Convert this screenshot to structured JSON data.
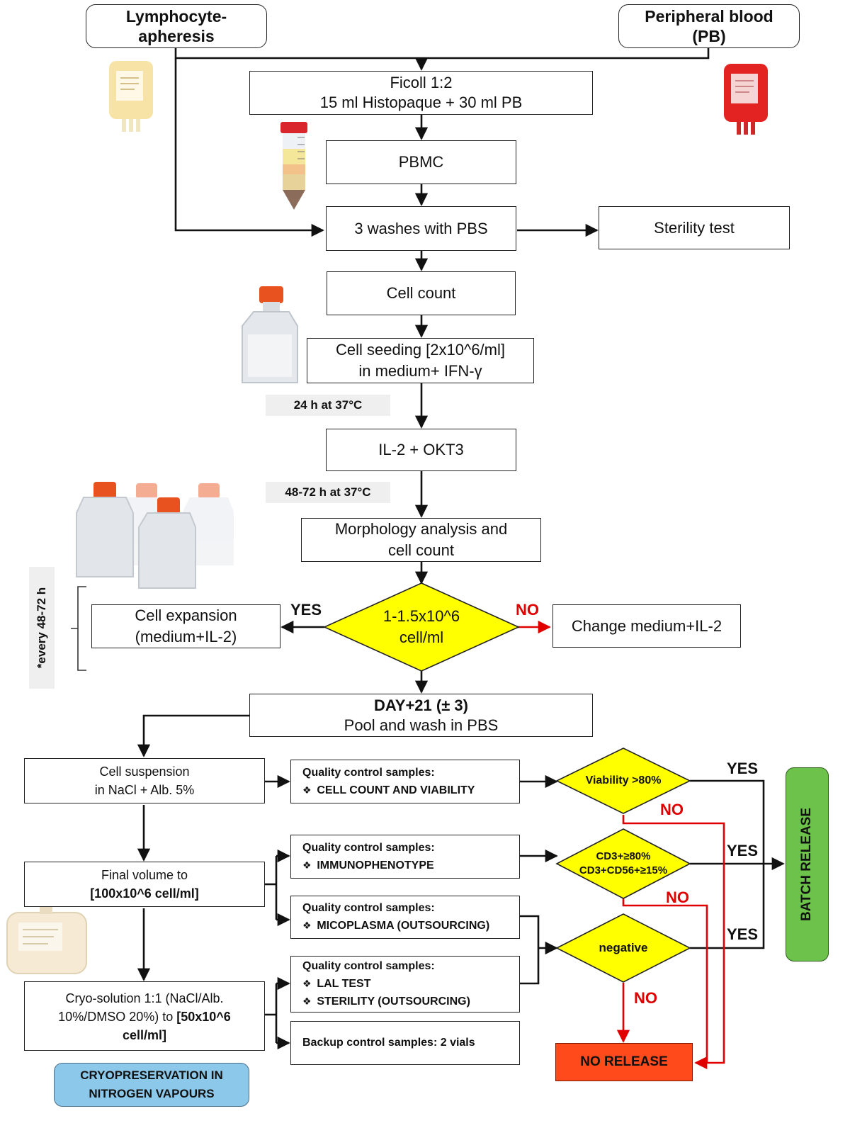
{
  "sources": {
    "lymphocyte_apheresis": "Lymphocyte-\napheresis",
    "peripheral_blood": "Peripheral blood\n(PB)"
  },
  "steps": {
    "ficoll": "Ficoll 1:2\n15 ml Histopaque +  30 ml PB",
    "pbmc": "PBMC",
    "washes": "3 washes with PBS",
    "sterility_test": "Sterility test",
    "cell_count": "Cell count",
    "cell_seeding": "Cell seeding [2x10^6/ml]\nin medium+ IFN-γ",
    "il2_okt3": "IL-2 + OKT3",
    "morphology": "Morphology analysis and\ncell count",
    "cell_expansion": "Cell expansion\n(medium+IL-2)",
    "change_medium": "Change medium+IL-2",
    "pool_title": "DAY+21 (± 3)",
    "pool_sub": "Pool and wash in PBS",
    "cell_suspension": "Cell suspension\nin NaCl + Alb. 5%",
    "final_volume_a": "Final volume to",
    "final_volume_b": "[100x10^6 cell/ml]",
    "cryo_a": "Cryo-solution 1:1 (NaCl/Alb.\n10%/DMSO 20%) to ",
    "cryo_b": "[50x10^6\ncell/ml]",
    "cryopreservation": "CRYOPRESERVATION  IN\nNITROGEN VAPOURS"
  },
  "timings": {
    "t24": "24 h at 37°C",
    "t48": "48-72 h at 37°C",
    "every": "*every  48-72 h"
  },
  "decisions": {
    "density": "1-1.5x10^6\ncell/ml",
    "viability": "Viability >80%",
    "immuno": "CD3+≥80%\nCD3+CD56+≥15%",
    "negative": "negative"
  },
  "qc": {
    "header": "Quality control  samples:",
    "cell_count_viability": "CELL COUNT AND VIABILITY",
    "immunophenotype": "IMMUNOPHENOTYPE",
    "micoplasma": "MICOPLASMA  (OUTSOURCING)",
    "lal": "LAL TEST",
    "sterility": "STERILITY (OUTSOURCING)",
    "backup": "Backup control  samples: 2 vials"
  },
  "labels": {
    "yes": "YES",
    "no": "NO"
  },
  "outcomes": {
    "batch_release": "BATCH RELEASE",
    "no_release": "NO RELEASE"
  },
  "colors": {
    "decision": "#ffff00",
    "batch_release": "#6cc24a",
    "no_release": "#ff4a1c",
    "cryo": "#8cc8ea",
    "no_path": "#e00000"
  },
  "icons": [
    "blood-bag-icon",
    "test-tube-icon",
    "culture-flask-icon",
    "culture-flasks-icon",
    "infusion-bag-icon"
  ]
}
